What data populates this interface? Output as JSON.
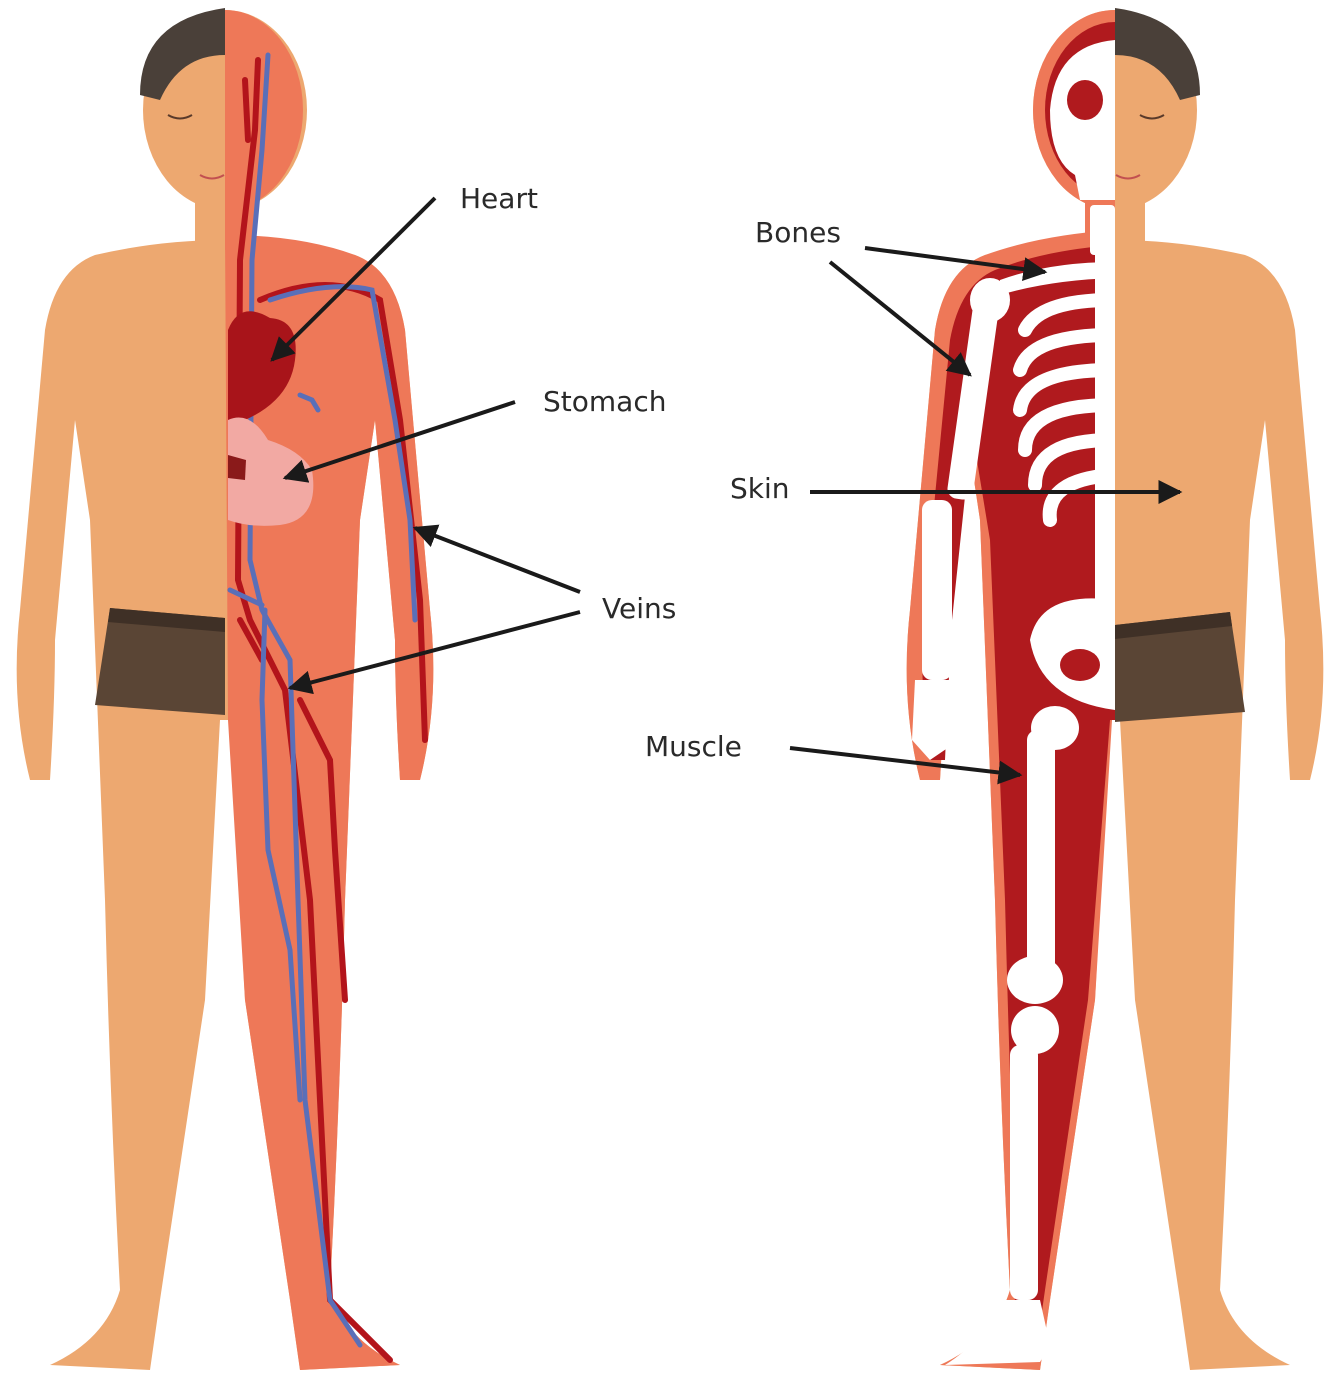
{
  "colors": {
    "skin": "#EDA870",
    "skin_shade": "#E49A62",
    "hair": "#4A4039",
    "shorts": "#5A4535",
    "shorts_band": "#3F3026",
    "body_inner": "#EE7858",
    "artery": "#B3141B",
    "vein": "#5A6FB8",
    "heart": "#A8141A",
    "stomach": "#F2A9A3",
    "muscle": "#B01A1E",
    "bone": "#FFFFFF",
    "arrow": "#1A1A1A",
    "label": "#2A2A2A"
  },
  "labels": {
    "heart": "Heart",
    "stomach": "Stomach",
    "veins": "Veins",
    "bones": "Bones",
    "skin": "Skin",
    "muscle": "Muscle"
  }
}
